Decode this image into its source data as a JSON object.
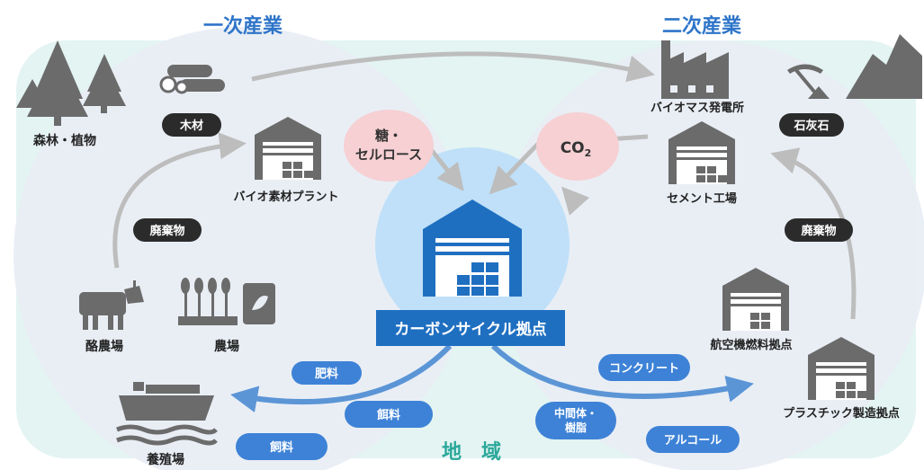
{
  "sectors": {
    "primary": "一次産業",
    "secondary": "二次産業"
  },
  "region_label": "地　域",
  "hub": {
    "label": "カーボンサイクル拠点"
  },
  "left": {
    "forest": "森林・植物",
    "wood_badge": "木材",
    "bio_plant": "バイオ素材プラント",
    "sugar_bubble": "糖・\nセルロース",
    "waste_badge": "廃棄物",
    "dairy": "酪農場",
    "farm": "農場",
    "fishery": "養殖場"
  },
  "right": {
    "biomass_power": "バイオマス発電所",
    "limestone_badge": "石灰石",
    "co2_base": "CO",
    "co2_sub": "2",
    "cement": "セメント工場",
    "waste_badge": "廃棄物",
    "aviation_fuel": "航空機燃料拠点",
    "plastic": "プラスチック製造拠点"
  },
  "outputs": {
    "fertilizer": "肥料",
    "feed1": "餌料",
    "feed2": "飼料",
    "concrete": "コンクリート",
    "intermediates": "中間体・\n樹脂",
    "alcohol": "アルコール"
  },
  "colors": {
    "region_fill": "#e3f4f2",
    "circle_fill": "#e9edf4",
    "region_label": "#2aa89a",
    "sector_label": "#2e75c9",
    "hub_box": "#1f6fc1",
    "hub_circle": "#bfe0f8",
    "badge_dark": "#2b2b2b",
    "badge_blue": "#3d82d6",
    "bubble_pink": "#f6d0d3",
    "icon_gray": "#6b6b6b",
    "arrow_gray": "#bdbdbd",
    "arrow_blue": "#5b95d6"
  }
}
